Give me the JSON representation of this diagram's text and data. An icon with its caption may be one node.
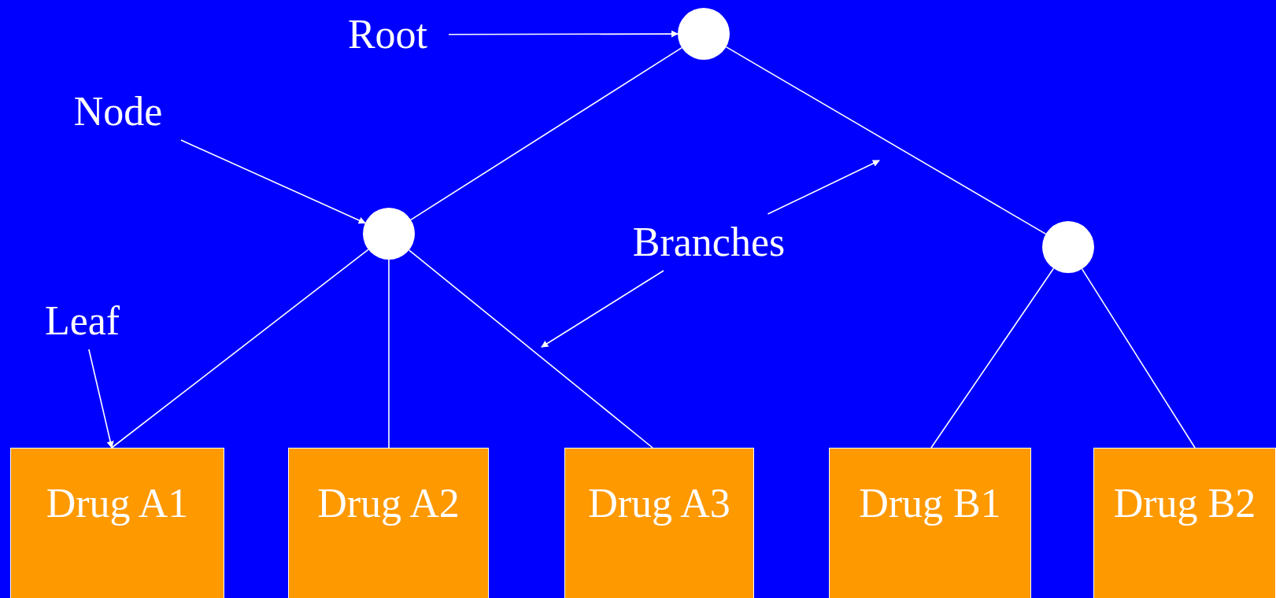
{
  "diagram": {
    "nodes": [
      {
        "text": [
          "Root"
        ]
      },
      {
        "text": [],
        "shape": "circle"
      },
      {
        "text": [
          "Node"
        ]
      },
      {
        "text": [],
        "shape": "circle"
      },
      {
        "text": [],
        "shape": "circle"
      },
      {
        "text": [
          "Branches"
        ]
      },
      {
        "text": [
          "Leaf"
        ]
      },
      {
        "text": [
          "Drug A1"
        ]
      },
      {
        "text": [
          "Drug A2"
        ]
      },
      {
        "text": [
          "Drug A3"
        ]
      },
      {
        "text": [
          "Drug B1"
        ]
      },
      {
        "text": [
          "Drug B2"
        ]
      }
    ],
    "edges": [
      {
        "from": 0,
        "to": 1,
        "arrow": "to"
      },
      {
        "from": 2,
        "to": 3,
        "arrow": "to"
      },
      {
        "from": 5,
        "to": null,
        "arrow": "to"
      },
      {
        "from": 5,
        "to": null,
        "arrow": "to"
      },
      {
        "from": 6,
        "to": 7,
        "arrow": "to"
      },
      {
        "from": 1,
        "to": 3,
        "arrow": "none"
      },
      {
        "from": 1,
        "to": 4,
        "arrow": "none"
      },
      {
        "from": 3,
        "to": 7,
        "arrow": "none"
      },
      {
        "from": 3,
        "to": 8,
        "arrow": "none"
      },
      {
        "from": 3,
        "to": 9,
        "arrow": "none"
      },
      {
        "from": 4,
        "to": 10,
        "arrow": "none"
      },
      {
        "from": 4,
        "to": 11,
        "arrow": "none"
      }
    ]
  }
}
